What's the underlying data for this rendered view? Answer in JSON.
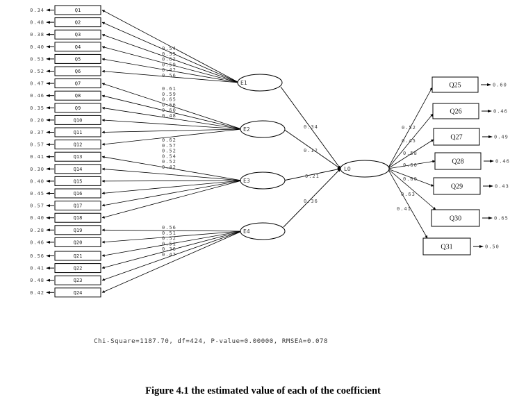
{
  "diagram": {
    "latent_factors": [
      {
        "id": "E1",
        "label": "E1",
        "items": [
          {
            "label": "Q1",
            "loading": "0.54",
            "error": "0.34"
          },
          {
            "label": "Q2",
            "loading": "0.55",
            "error": "0.48"
          },
          {
            "label": "Q3",
            "loading": "0.62",
            "error": "0.38"
          },
          {
            "label": "Q4",
            "loading": "0.59",
            "error": "0.40"
          },
          {
            "label": "Q5",
            "loading": "0.42",
            "error": "0.53"
          },
          {
            "label": "Q6",
            "loading": "0.56",
            "error": "0.52"
          }
        ],
        "path_to_outcome": "0.34"
      },
      {
        "id": "E2",
        "label": "E2",
        "items": [
          {
            "label": "Q7",
            "loading": "0.61",
            "error": "0.47"
          },
          {
            "label": "Q8",
            "loading": "0.59",
            "error": "0.46"
          },
          {
            "label": "Q9",
            "loading": "0.65",
            "error": "0.35"
          },
          {
            "label": "Q10",
            "loading": "0.66",
            "error": "0.20"
          },
          {
            "label": "Q11",
            "loading": "0.60",
            "error": "0.37"
          },
          {
            "label": "Q12",
            "loading": "0.48",
            "error": "0.57"
          }
        ],
        "path_to_outcome": "0.12"
      },
      {
        "id": "E3",
        "label": "E3",
        "items": [
          {
            "label": "Q13",
            "loading": "0.62",
            "error": "0.41"
          },
          {
            "label": "Q14",
            "loading": "0.57",
            "error": "0.30"
          },
          {
            "label": "Q15",
            "loading": "0.52",
            "error": "0.40"
          },
          {
            "label": "Q16",
            "loading": "0.54",
            "error": "0.45"
          },
          {
            "label": "Q17",
            "loading": "0.52",
            "error": "0.57"
          },
          {
            "label": "Q18",
            "loading": "0.42",
            "error": "0.40"
          }
        ],
        "path_to_outcome": "0.21"
      },
      {
        "id": "E4",
        "label": "E4",
        "items": [
          {
            "label": "Q19",
            "loading": "0.56",
            "error": "0.28"
          },
          {
            "label": "Q20",
            "loading": "0.51",
            "error": "0.46"
          },
          {
            "label": "Q21",
            "loading": "0.52",
            "error": "0.56"
          },
          {
            "label": "Q22",
            "loading": "0.51",
            "error": "0.41"
          },
          {
            "label": "Q23",
            "loading": "0.36",
            "error": "0.48"
          },
          {
            "label": "Q24",
            "loading": "0.47",
            "error": "0.42"
          }
        ],
        "path_to_outcome": "0.36"
      }
    ],
    "outcome": {
      "id": "LO",
      "label": "LO",
      "items": [
        {
          "label": "Q25",
          "loading": "0.52",
          "error": "0.60"
        },
        {
          "label": "Q26",
          "loading": "0.45",
          "error": "0.46"
        },
        {
          "label": "Q27",
          "loading": "0.58",
          "error": "0.49"
        },
        {
          "label": "Q28",
          "loading": "0.66",
          "error": "0.46"
        },
        {
          "label": "Q29",
          "loading": "0.60",
          "error": "0.43"
        },
        {
          "label": "Q30",
          "loading": "0.63",
          "error": "0.65"
        },
        {
          "label": "Q31",
          "loading": "0.41",
          "error": "0.50"
        }
      ]
    },
    "fit_statistics": "Chi-Square=1187.70, df=424, P-value=0.00000, RMSEA=0.078"
  },
  "caption": "Figure 4.1 the estimated value of each of the coefficient"
}
